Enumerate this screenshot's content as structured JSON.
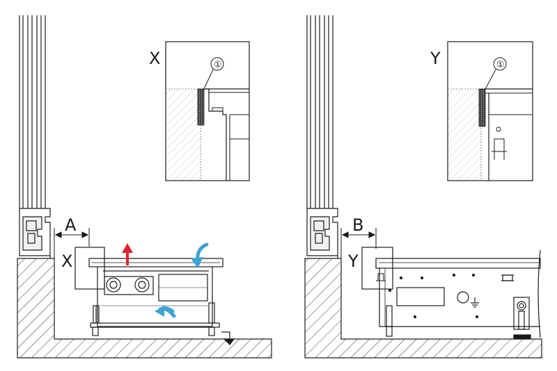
{
  "left_panel": {
    "detail_label": "X",
    "detail_callout": "①",
    "dimension_label": "A",
    "section_label": "X"
  },
  "right_panel": {
    "detail_label": "Y",
    "detail_callout": "①",
    "dimension_label": "B",
    "section_label": "Y"
  },
  "colors": {
    "line": "#1a1a1a",
    "warm_air_arrow": "#d9262c",
    "cool_air_arrow": "#3fa3d4",
    "seal": "#333333"
  },
  "icons": [
    "warm-air-arrow-icon",
    "cool-air-arrow-icon",
    "ground-symbol-icon"
  ]
}
